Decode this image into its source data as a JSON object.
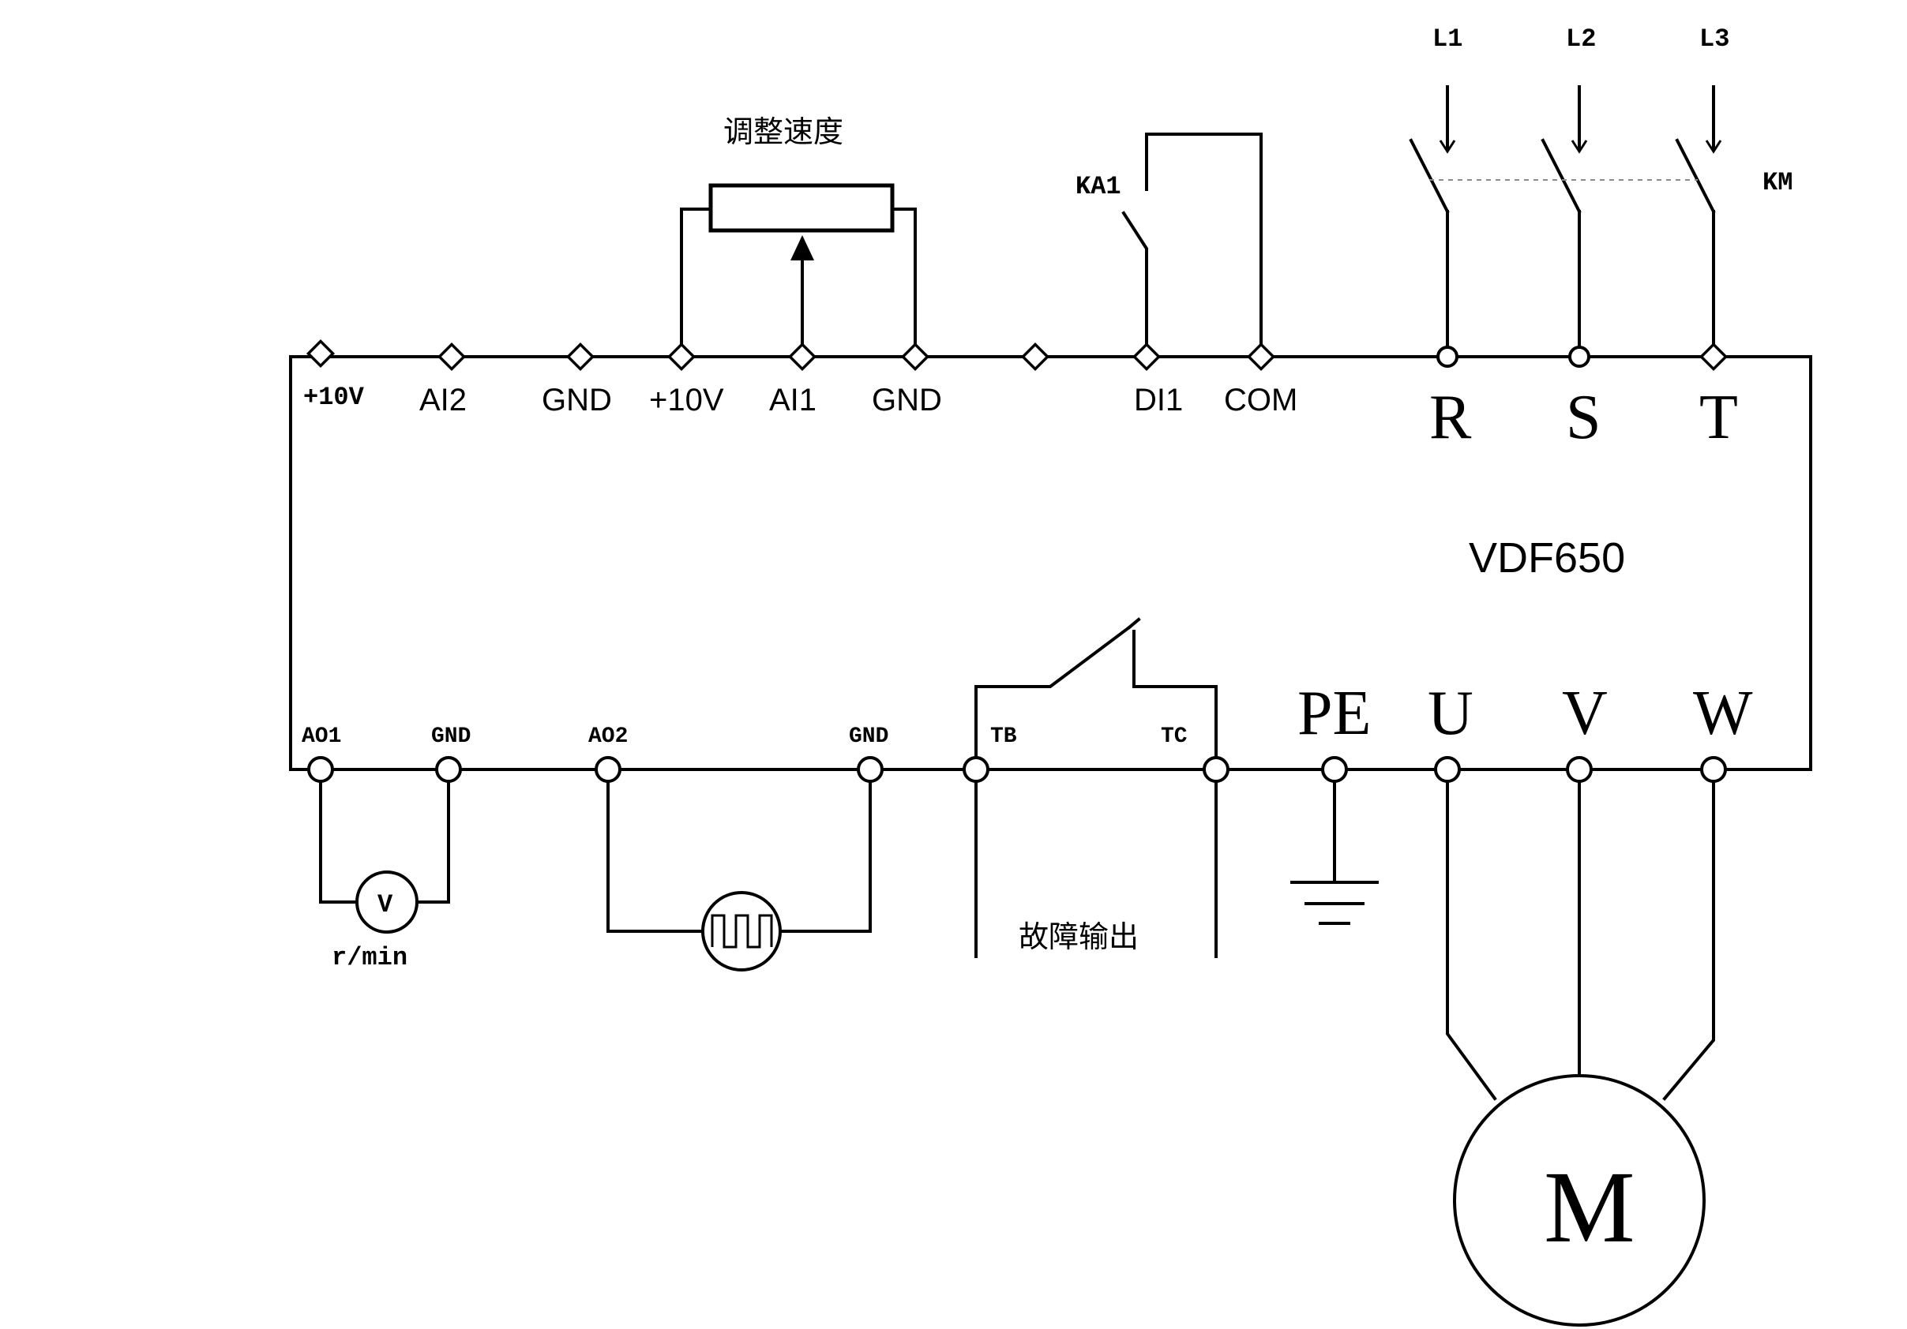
{
  "device": {
    "model": "VDF650"
  },
  "top_terminals": {
    "plus10v_a": "+10V",
    "ai2": "AI2",
    "gnd_a": "GND",
    "plus10v_b": "+10V",
    "ai1": "AI1",
    "gnd_b": "GND",
    "di1": "DI1",
    "com": "COM"
  },
  "power_input": {
    "r": "R",
    "s": "S",
    "t": "T",
    "l1": "L1",
    "l2": "L2",
    "l3": "L3",
    "contactor": "KM"
  },
  "potentiometer": {
    "label": "调整速度"
  },
  "relay": {
    "label": "KA1"
  },
  "bottom_terminals": {
    "ao1": "AO1",
    "gnd_c": "GND",
    "ao2": "AO2",
    "gnd_d": "GND",
    "tb": "TB",
    "tc": "TC"
  },
  "output": {
    "pe": "PE",
    "u": "U",
    "v": "V",
    "w": "W"
  },
  "voltmeter": {
    "symbol": "V",
    "unit": "r/min"
  },
  "fault_output": {
    "label": "故障输出"
  },
  "motor": {
    "symbol": "M"
  }
}
